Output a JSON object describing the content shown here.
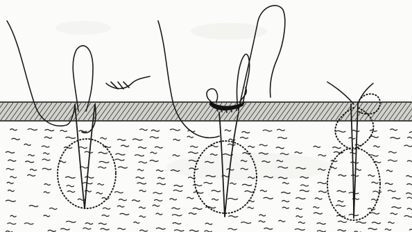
{
  "figure": {
    "panels": [
      {
        "id": "left"
      },
      {
        "id": "middle"
      },
      {
        "id": "right"
      }
    ]
  }
}
